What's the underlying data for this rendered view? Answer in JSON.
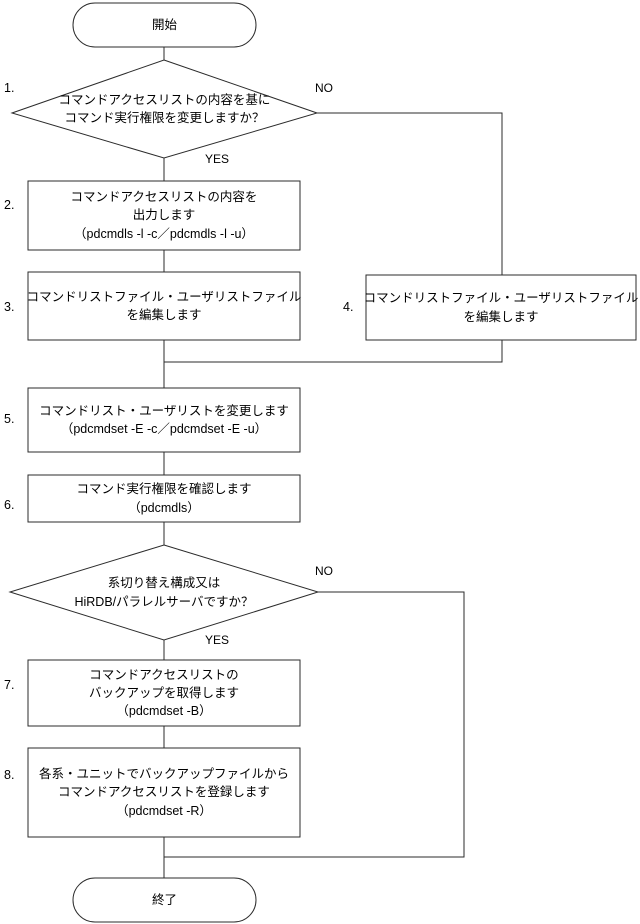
{
  "diagram": {
    "type": "flowchart",
    "orientation": "vertical",
    "background_color": "#ffffff",
    "line_color": "#2b2b2b",
    "text_color": "#000000"
  },
  "nodes": {
    "start": {
      "shape": "terminator",
      "label": "開始"
    },
    "end": {
      "shape": "terminator",
      "label": "終了"
    },
    "decision1": {
      "shape": "diamond",
      "line1": "コマンドアクセスリストの内容を基に",
      "line2": "コマンド実行権限を変更しますか？"
    },
    "decision2": {
      "shape": "diamond",
      "line1": "系切り替え構成又は",
      "line2": "HiRDB/パラレルサーバですか？"
    },
    "step2": {
      "shape": "process",
      "number": "2.",
      "line1": "コマンドアクセスリストの内容を",
      "line2": "出力します",
      "line3": "（pdcmdls -l -c／pdcmdls -l -u）"
    },
    "step3": {
      "shape": "process",
      "number": "3.",
      "line1": "コマンドリストファイル・ユーザリストファイル",
      "line2": "を編集します"
    },
    "step4": {
      "shape": "process",
      "number": "4.",
      "line1": "コマンドリストファイル・ユーザリストファイル",
      "line2": "を編集します"
    },
    "step5": {
      "shape": "process",
      "number": "5.",
      "line1": "コマンドリスト・ユーザリストを変更します",
      "line2": "（pdcmdset -E -c／pdcmdset -E -u）"
    },
    "step6": {
      "shape": "process",
      "number": "6.",
      "line1": "コマンド実行権限を確認します",
      "line2": "（pdcmdls）"
    },
    "step7": {
      "shape": "process",
      "number": "7.",
      "line1": "コマンドアクセスリストの",
      "line2": "バックアップを取得します",
      "line3": "（pdcmdset -B）"
    },
    "step8": {
      "shape": "process",
      "number": "8.",
      "line1": "各系・ユニットでバックアップファイルから",
      "line2": "コマンドアクセスリストを登録します",
      "line3": "（pdcmdset -R）"
    }
  },
  "step_markers": {
    "decision1_number": "1."
  },
  "edge_labels": {
    "d1_no": "NO",
    "d1_yes": "YES",
    "d2_no": "NO",
    "d2_yes": "YES"
  }
}
